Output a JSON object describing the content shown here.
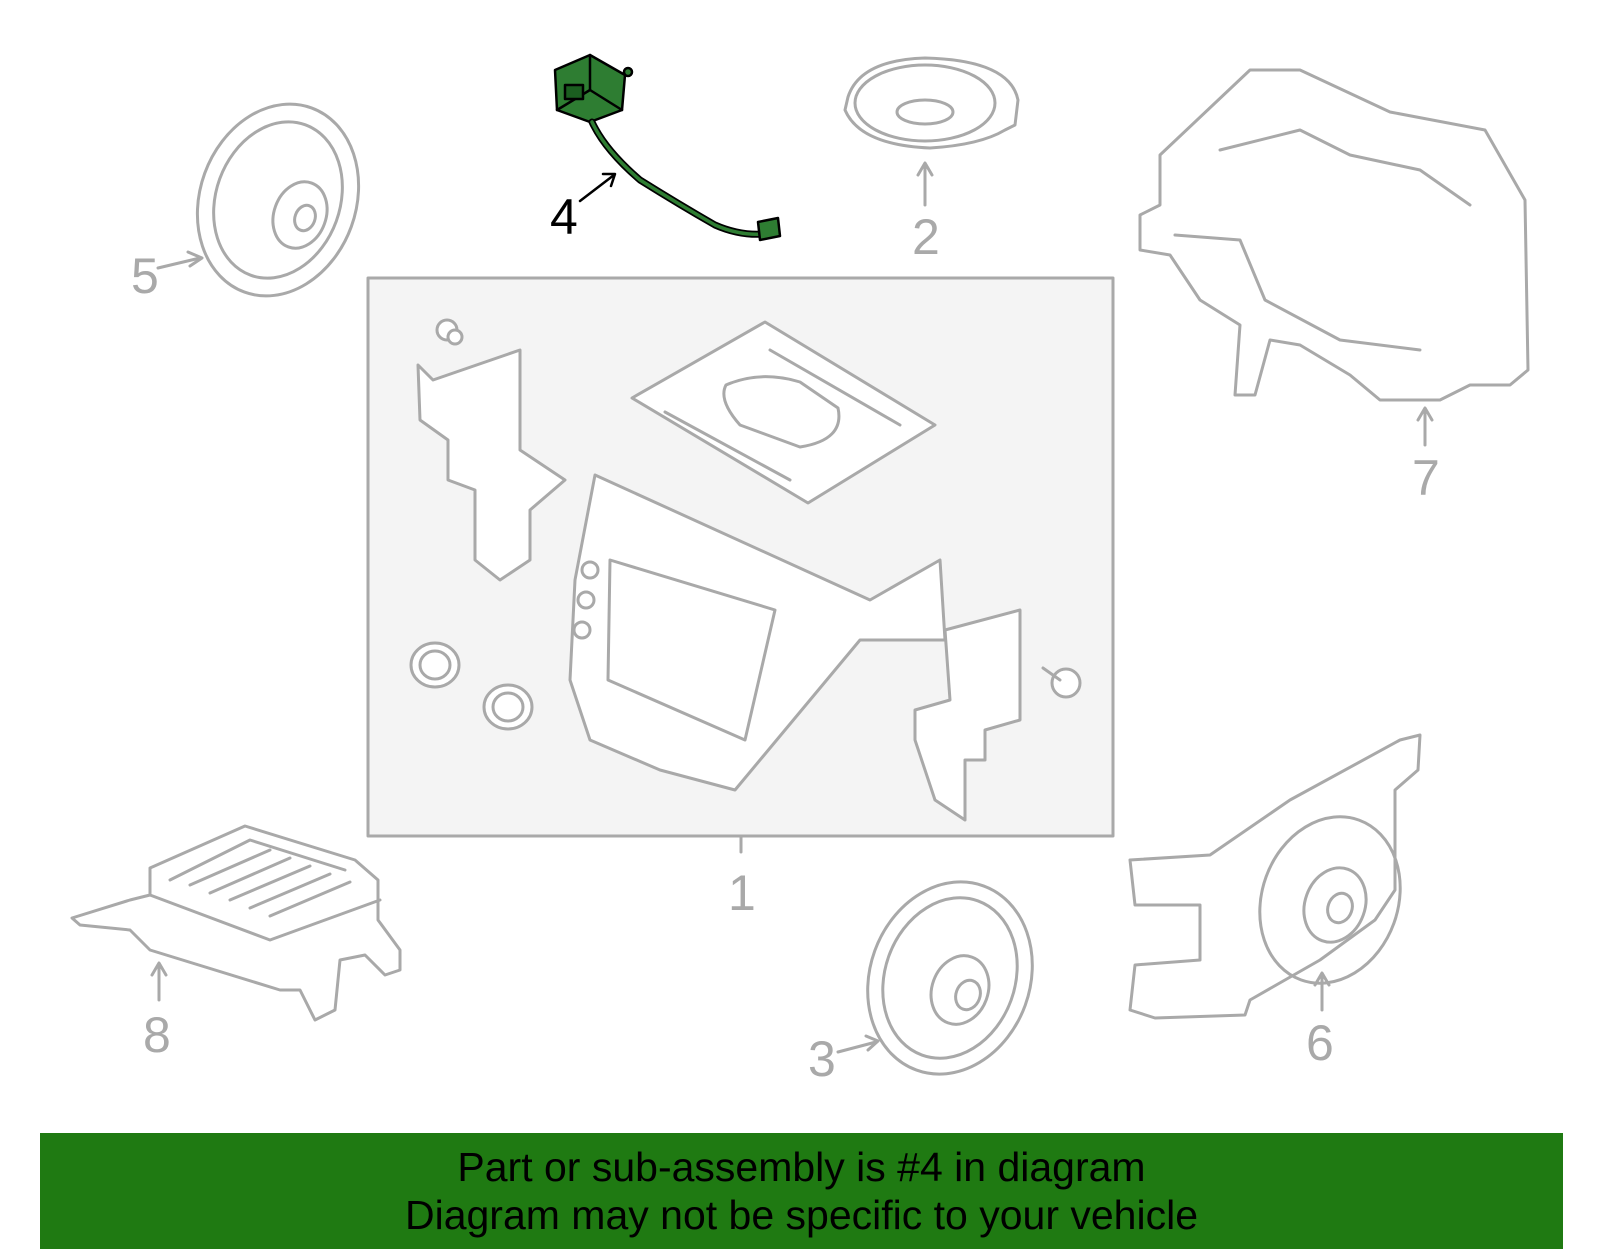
{
  "colors": {
    "line": "#a9a9a9",
    "highlight_fill": "#2e7d32",
    "highlight_stroke": "#000000",
    "banner_bg": "#1f7a12",
    "panel_bg": "#f4f4f4",
    "text": "#000000"
  },
  "callouts": {
    "c1": "1",
    "c2": "2",
    "c3": "3",
    "c4": "4",
    "c5": "5",
    "c6": "6",
    "c7": "7",
    "c8": "8"
  },
  "highlighted_part": "4",
  "banner": {
    "line1": "Part or sub-assembly is #4 in diagram",
    "line2": "Diagram may not be specific to your vehicle"
  }
}
